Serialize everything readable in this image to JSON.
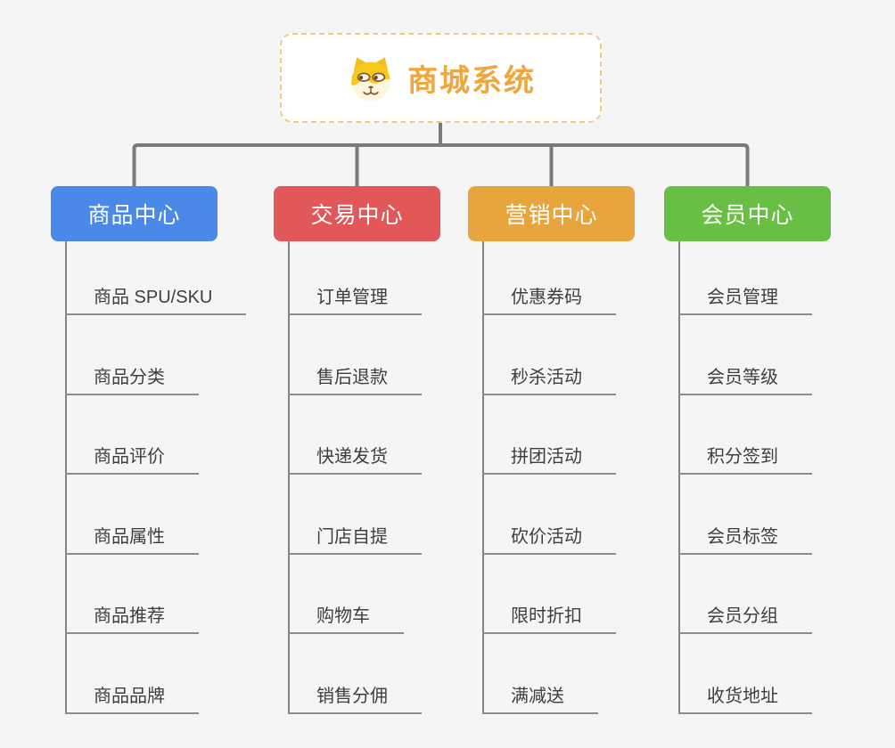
{
  "root": {
    "title": "商城系统",
    "icon": "dog-face-icon"
  },
  "branches": [
    {
      "label": "商品中心",
      "color": "#4a89e8",
      "items": [
        "商品 SPU/SKU",
        "商品分类",
        "商品评价",
        "商品属性",
        "商品推荐",
        "商品品牌"
      ]
    },
    {
      "label": "交易中心",
      "color": "#e25757",
      "items": [
        "订单管理",
        "售后退款",
        "快递发货",
        "门店自提",
        "购物车",
        "销售分佣"
      ]
    },
    {
      "label": "营销中心",
      "color": "#e9a53d",
      "items": [
        "优惠券码",
        "秒杀活动",
        "拼团活动",
        "砍价活动",
        "限时折扣",
        "满减送"
      ]
    },
    {
      "label": "会员中心",
      "color": "#69bf43",
      "items": [
        "会员管理",
        "会员等级",
        "积分签到",
        "会员标签",
        "会员分组",
        "收货地址"
      ]
    }
  ],
  "colors": {
    "background": "#f5f5f5",
    "connector": "#7a7a7a",
    "spine": "#828282",
    "underline": "#8c8c8c",
    "leaf_text": "#3e3e3e",
    "root_text": "#f0a63c",
    "root_border": "#f3c97e",
    "root_bg": "#ffffff"
  }
}
